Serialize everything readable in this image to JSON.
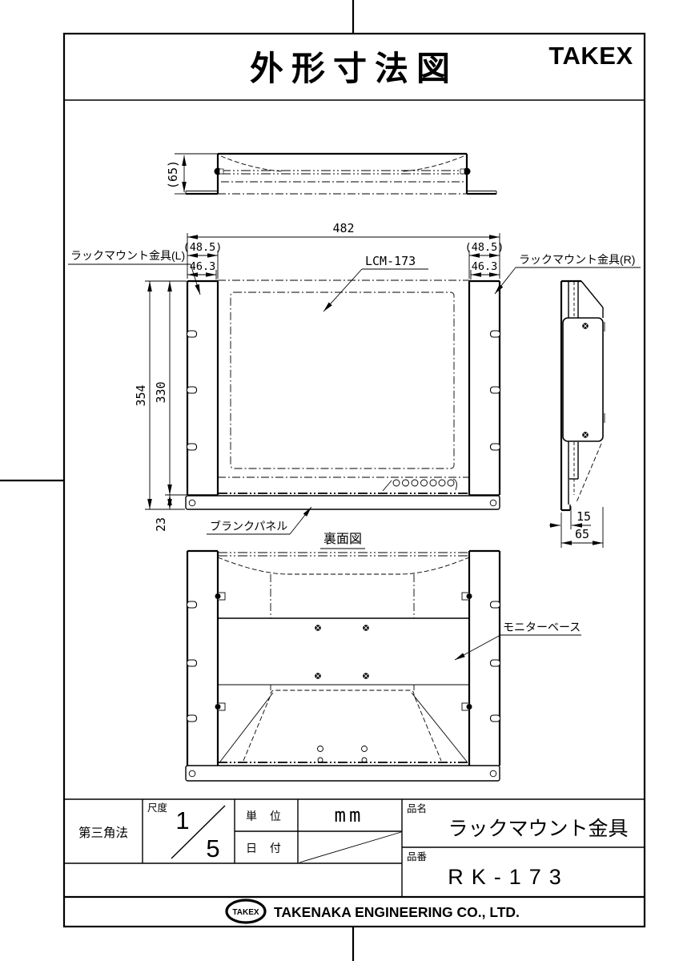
{
  "sheet": {
    "title": "外形寸法図",
    "brand": "TAKEX"
  },
  "views": {
    "top": {
      "dim_depth": "(65)"
    },
    "front": {
      "dim_width": "482",
      "dim_flange_ref": "(48.5)",
      "dim_flange": "46.3",
      "dim_height": "354",
      "dim_monitor_height": "330",
      "dim_panel": "23",
      "label_left": "ラックマウント金具(L)",
      "label_right": "ラックマウント金具(R)",
      "label_monitor": "LCM-173",
      "label_blank_panel": "ブランクパネル"
    },
    "side": {
      "dim_offset": "15",
      "dim_depth": "65"
    },
    "rear": {
      "caption": "裏面図",
      "label_base": "モニターベース"
    }
  },
  "title_block": {
    "projection": "第三角法",
    "scale_label": "尺度",
    "scale_num": "1",
    "scale_den": "5",
    "unit_label": "単 位",
    "unit_value": "mm",
    "date_label": "日 付",
    "name_label": "品名",
    "name_value": "ラックマウント金具",
    "number_label": "品番",
    "number_value": "RK-173"
  },
  "footer": {
    "logo": "TAKEX",
    "company": "TAKENAKA ENGINEERING CO., LTD."
  }
}
